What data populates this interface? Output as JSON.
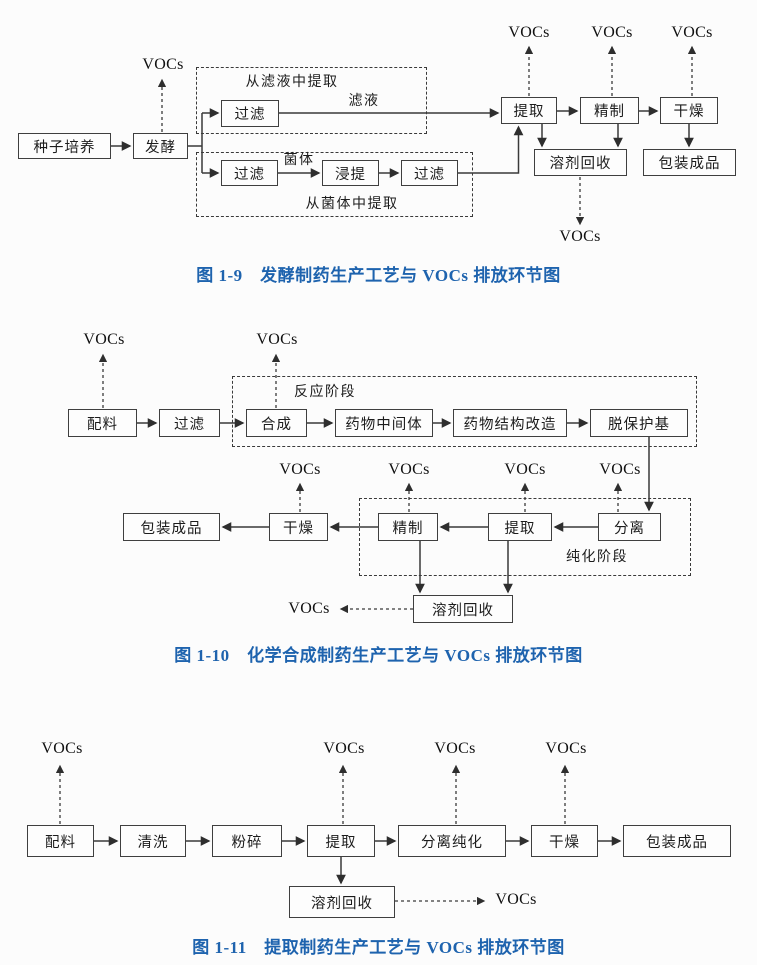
{
  "page": {
    "background": "#fcfcfc",
    "accent": "#1e63ae"
  },
  "voc_label": "VOCs",
  "d1": {
    "title": "图 1-9　发酵制药生产工艺与 VOCs 排放环节图",
    "nodes": {
      "seed": "种子培养",
      "ferment": "发酵",
      "filter_top": "过滤",
      "filter_mid": "过滤",
      "leach": "浸提",
      "filter_end": "过滤",
      "extract": "提取",
      "refine": "精制",
      "dry": "干燥",
      "solvent": "溶剂回收",
      "pack": "包装成品"
    },
    "labels": {
      "group_filtrate": "从滤液中提取",
      "filtrate": "滤液",
      "mycelium": "菌体",
      "group_mycelium": "从菌体中提取"
    }
  },
  "d2": {
    "title": "图 1-10　化学合成制药生产工艺与 VOCs 排放环节图",
    "nodes": {
      "ingredients": "配料",
      "filter": "过滤",
      "synthesis": "合成",
      "intermediate": "药物中间体",
      "modify": "药物结构改造",
      "deprotect": "脱保护基",
      "pack": "包装成品",
      "dry": "干燥",
      "refine": "精制",
      "extract": "提取",
      "separate": "分离",
      "solvent": "溶剂回收"
    },
    "labels": {
      "stage_reaction": "反应阶段",
      "stage_purification": "纯化阶段"
    }
  },
  "d3": {
    "title": "图 1-11　提取制药生产工艺与 VOCs 排放环节图",
    "nodes": {
      "ingredients": "配料",
      "wash": "清洗",
      "crush": "粉碎",
      "extract": "提取",
      "separate": "分离纯化",
      "dry": "干燥",
      "pack": "包装成品",
      "solvent": "溶剂回收"
    }
  }
}
